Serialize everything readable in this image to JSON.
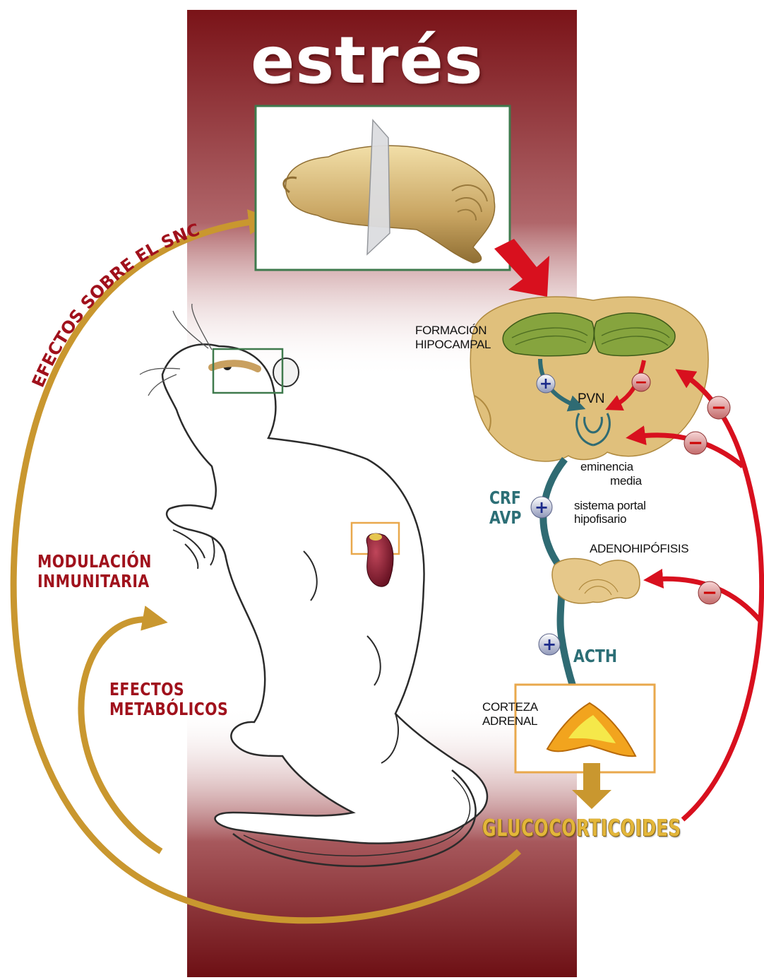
{
  "title": "estrés",
  "left_labels": {
    "arc_top": "EFECTOS SOBRE EL SNC",
    "modulacion": [
      "MODULACIÓN",
      "INMUNITARIA"
    ],
    "metabolicos": [
      "EFECTOS",
      "METABÓLICOS"
    ]
  },
  "right_labels": {
    "formacion": [
      "FORMACIÓN",
      "HIPOCAMPAL"
    ],
    "pvn": "PVN",
    "eminencia": [
      "eminencia",
      "media"
    ],
    "crf_avp": [
      "CRF",
      "AVP"
    ],
    "sistema": [
      "sistema portal",
      "hipofisario"
    ],
    "adenohipofisis": "ADENOHIPÓFISIS",
    "acth": "ACTH",
    "corteza": [
      "CORTEZA",
      "ADRENAL"
    ],
    "glucocorticoides": "GLUCOCORTICOIDES"
  },
  "signs": {
    "plus": "+",
    "minus": "−"
  },
  "colors": {
    "band_dark": "#7d1418",
    "gold": "#c9972f",
    "red_arrow": "#d8101e",
    "teal_arrow": "#2f6b73",
    "label_red": "#a0111c",
    "label_teal": "#2c6f76",
    "brain_fill": "#e0c07c",
    "hippocampus": "#86a43e",
    "adrenal": "#f2a41e"
  },
  "icons": [
    "brain-sagittal-icon",
    "brain-coronal-icon",
    "pituitary-icon",
    "adrenal-gland-icon",
    "rat-illustration",
    "spleen-icon"
  ]
}
